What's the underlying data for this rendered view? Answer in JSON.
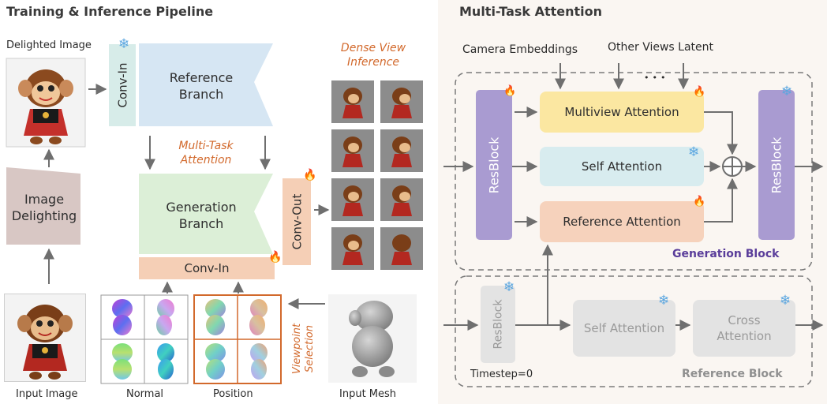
{
  "left_panel": {
    "title": "Training & Inference Pipeline",
    "delighted_image_label": "Delighted Image",
    "input_image_label": "Input Image",
    "normal_label": "Normal",
    "position_label": "Position",
    "input_mesh_label": "Input Mesh",
    "conv_in_top": "Conv-In",
    "reference_branch": "Reference\nBranch",
    "image_delighting": "Image\nDelighting",
    "multitask_attention": "Multi-Task\nAttention",
    "generation_branch": "Generation\nBranch",
    "conv_in_bottom": "Conv-In",
    "conv_out": "Conv-Out",
    "dense_view_inference": "Dense View\nInference",
    "viewpoint_selection": "Viewpoint\nSelection"
  },
  "right_panel": {
    "title": "Multi-Task Attention",
    "camera_embeddings": "Camera Embeddings",
    "other_views_latent": "Other Views Latent",
    "ellipsis": "•••",
    "resblock_left": "ResBlock",
    "resblock_right": "ResBlock",
    "multiview_attention": "Multiview Attention",
    "self_attention": "Self Attention",
    "reference_attention": "Reference Attention",
    "generation_block": "Generation Block",
    "ref_resblock": "ResBlock",
    "ref_self_attention": "Self Attention",
    "cross_attention": "Cross\nAttention",
    "timestep": "Timestep=0",
    "reference_block": "Reference Block"
  },
  "icons": {
    "frozen": "snowflake-icon",
    "trainable": "flame-icon"
  },
  "colors": {
    "reference_branch": "#d6e6f3",
    "generation_branch": "#dcefd7",
    "image_delighting": "#d8c7c4",
    "conv_in": "#f5cfb6",
    "conv_top": "#d7ece9",
    "multiview_attention": "#fbe7a1",
    "self_attention": "#d8ecef",
    "reference_attention": "#f6d2bc",
    "resblock": "#a99bd1",
    "frozen_gray": "#e3e3e3",
    "accent_orange": "#d2692c",
    "generation_block_label": "#5a3d9a",
    "panel_bg": "#faf6f2"
  }
}
